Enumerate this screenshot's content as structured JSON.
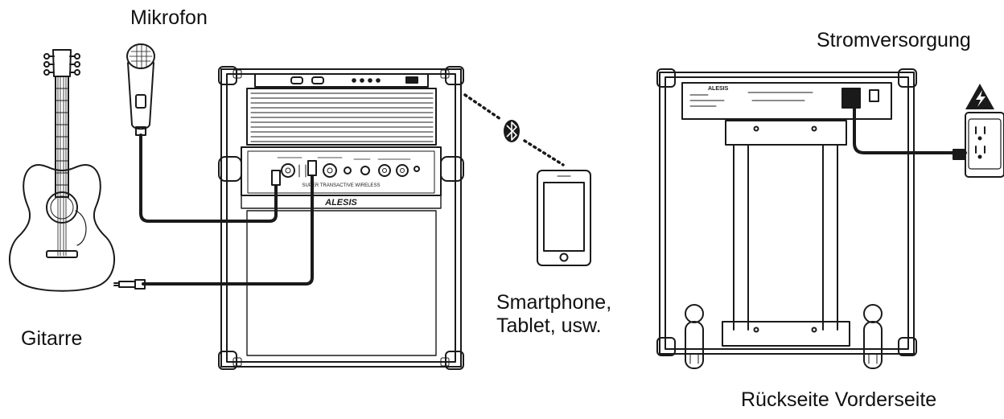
{
  "labels": {
    "microphone": "Mikrofon",
    "guitar": "Gitarre",
    "smartphone_line1": "Smartphone,",
    "smartphone_line2": "Tablet, usw.",
    "power_supply": "Stromversorgung",
    "sides": "Rückseite Vorderseite"
  },
  "panel_text": {
    "brand": "ALESIS",
    "model": "SUPER TRANSACTIVE WIRELESS"
  },
  "icons": {
    "bluetooth": "bluetooth-icon",
    "warning": "high-voltage-warning-icon"
  },
  "colors": {
    "line": "#1a1a1a",
    "background": "#ffffff",
    "warning_fill": "#1a1a1a"
  }
}
